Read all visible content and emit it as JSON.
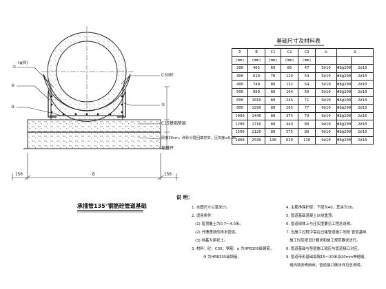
{
  "drawing": {
    "title": "承插管135°钢筋砼管道基础",
    "labels": {
      "circle_a": "①",
      "circle_a_note": "(φ间)",
      "circle_b": "②",
      "circle_c": "③",
      "c30": "C30砼",
      "c15": "C15基础垫层",
      "backfill": "厚度30cm，碎砂分层回填夯实，压实度≥0.96",
      "subgrade": "地基开",
      "dim_left": "150",
      "dim_mid": "B",
      "dim_right": "150"
    }
  },
  "table": {
    "title": "基础尺寸及材料表",
    "headers": [
      "D",
      "B",
      "C1",
      "C2",
      "C3",
      "①",
      "②"
    ],
    "units": [
      "(mm)",
      "(mm)",
      "(mm)",
      "(mm)",
      "(mm)",
      "",
      ""
    ],
    "rows": [
      [
        "200",
        "465",
        "60",
        "86",
        "47",
        "5⌀10",
        "Φ8@200",
        "2⌀10"
      ],
      [
        "300",
        "610",
        "70",
        "129",
        "54",
        "5⌀10",
        "Φ8@200",
        "2⌀10"
      ],
      [
        "400",
        "740",
        "80",
        "132",
        "54",
        "5⌀10",
        "Φ8@200",
        "2⌀10"
      ],
      [
        "500",
        "880",
        "80",
        "164",
        "69",
        "5⌀10",
        "Φ8@200",
        "2⌀10"
      ],
      [
        "600",
        "1010",
        "80",
        "246",
        "71",
        "9⌀10",
        "Φ8@200",
        "2⌀10"
      ],
      [
        "800",
        "1290",
        "80",
        "265",
        "77",
        "9⌀10",
        "Φ8@200",
        "2⌀10"
      ],
      [
        "1000",
        "1446",
        "80",
        "374",
        "79",
        "9⌀10",
        "Φ8@200",
        "2⌀10"
      ],
      [
        "1200",
        "1716",
        "80",
        "443",
        "80",
        "9⌀10",
        "Φ8@200",
        "2⌀10"
      ],
      [
        "1500",
        "2120",
        "80",
        "575",
        "89",
        "9⌀10",
        "Φ8@200",
        "2⌀10"
      ],
      [
        "1800",
        "2530",
        "130",
        "620",
        "110",
        "9⌀10",
        "Φ8@200",
        "2⌀10"
      ]
    ]
  },
  "notes": {
    "title": "说 明：",
    "left": [
      "1. 本图尺寸以毫米计。",
      "2. 适用条件：",
      "   (1) 管顶覆土为0.7～4.0米。",
      "   (2) 开槽埋设的排水管道。",
      "   (3) 地基为原状土。",
      "3. 材料：砼：C30；钢筋：⌀ 为HPB300级钢筋，",
      "          Φ 为HRB335级钢筋。"
    ],
    "right": [
      "4. 主筋净保护层：下层为40，其余为30。",
      "5. 管道基础混凝土以绕重顶。",
      "6. 管道砌体上与压实度要见工程总说明。",
      "7. 当施工过程中需在已建管道施工地段 管道基础",
      "   施工时应按设计要求和施工规范要求进行。",
      "8. 管道基础与垫层施工缝应与管道接口对应。",
      "9. 管道带形基础每隔15～20米设20mm伸缩缝，",
      "   缝内填沥青麻丝，管道接口做法详见总说明。"
    ]
  }
}
